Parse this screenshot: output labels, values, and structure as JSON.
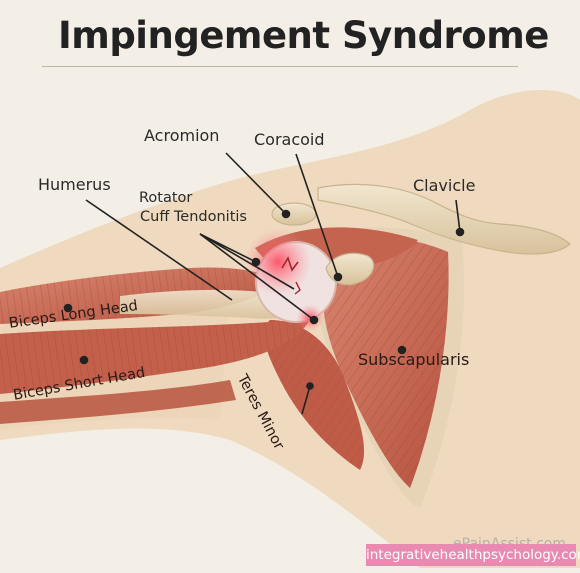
{
  "title": "Impingement Syndrome",
  "labels": {
    "acromion": "Acromion",
    "coracoid": "Coracoid",
    "clavicle": "Clavicle",
    "humerus": "Humerus",
    "rotator_cuff_line1": "Rotator",
    "rotator_cuff_line2": "Cuff Tendonitis",
    "biceps_long_head": "Biceps Long Head",
    "biceps_short_head": "Biceps Short Head",
    "subscapularis": "Subscapularis",
    "teres_minor": "Teres Minor"
  },
  "watermark": {
    "brand": "ePainAssist.com",
    "site": "integrativehealthpsychology.com"
  },
  "colors": {
    "background": "#f4efe6",
    "skin": "#efd9bf",
    "bone": "#e8d8b8",
    "muscle": "#c96a55",
    "inflammation": "#f25a6a",
    "watermark_bar": "#e98ab3"
  }
}
